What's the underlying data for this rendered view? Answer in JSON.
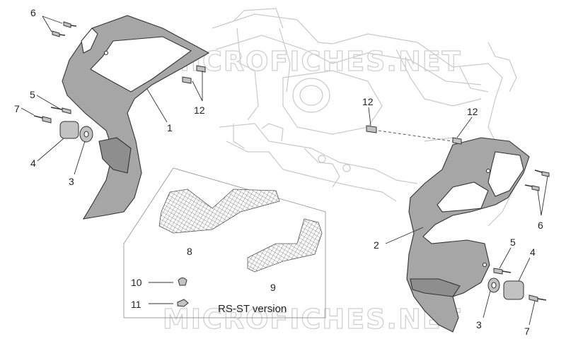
{
  "watermark": {
    "top": "MICROFICHES.NET",
    "bottom": "MICROFICHES.NET"
  },
  "version_note": "RS-ST version",
  "callouts": {
    "left_side": [
      {
        "id": "c6a",
        "text": "6"
      },
      {
        "id": "c5a",
        "text": "5"
      },
      {
        "id": "c7a",
        "text": "7"
      },
      {
        "id": "c4a",
        "text": "4"
      },
      {
        "id": "c3a",
        "text": "3"
      },
      {
        "id": "c1",
        "text": "1"
      },
      {
        "id": "c12a",
        "text": "12"
      }
    ],
    "center": [
      {
        "id": "c12b",
        "text": "12"
      },
      {
        "id": "c12c",
        "text": "12"
      },
      {
        "id": "c8",
        "text": "8"
      },
      {
        "id": "c9",
        "text": "9"
      },
      {
        "id": "c10",
        "text": "10"
      },
      {
        "id": "c11",
        "text": "11"
      }
    ],
    "right_side": [
      {
        "id": "c2",
        "text": "2"
      },
      {
        "id": "c6b",
        "text": "6"
      },
      {
        "id": "c5b",
        "text": "5"
      },
      {
        "id": "c4b",
        "text": "4"
      },
      {
        "id": "c3b",
        "text": "3"
      },
      {
        "id": "c7b",
        "text": "7"
      }
    ]
  }
}
